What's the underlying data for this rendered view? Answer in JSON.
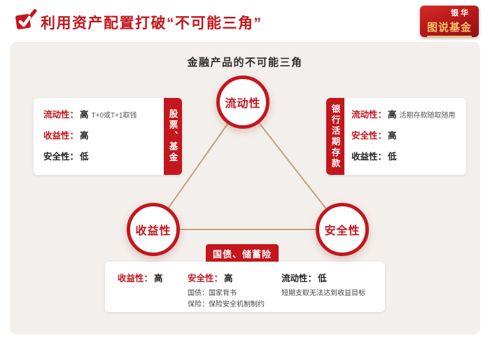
{
  "header": {
    "title": "利用资产配置打破“不可能三角”",
    "logo": {
      "brand": "银华",
      "product": "图说基金"
    }
  },
  "diagram": {
    "title": "金融产品的不可能三角",
    "nodes": {
      "top": "流动性",
      "left": "收益性",
      "right": "安全性"
    },
    "left_card": {
      "tab": "股票、基金",
      "rows": [
        {
          "label": "流动性：",
          "value": "高",
          "note": "T+0或T+1取钱"
        },
        {
          "label": "收益性：",
          "value": "高",
          "note": ""
        },
        {
          "label": "安全性：",
          "value": "低",
          "note": ""
        }
      ]
    },
    "right_card": {
      "tab": "银行活期存款",
      "rows": [
        {
          "label": "流动性：",
          "value": "高",
          "note": "活期存款随取随用"
        },
        {
          "label": "安全性：",
          "value": "高",
          "note": ""
        },
        {
          "label": "收益性：",
          "value": "低",
          "note": ""
        }
      ]
    },
    "bottom_card": {
      "tab": "国债、储蓄险",
      "columns": [
        {
          "label": "收益性：",
          "value": "高",
          "notes": [
            "",
            ""
          ]
        },
        {
          "label": "安全性：",
          "value": "高",
          "notes": [
            "国债：国家背书",
            "保险：保险安全机制制约"
          ]
        },
        {
          "label": "流动性：",
          "value": "低",
          "notes": [
            "短期支取无法达到收益目标",
            ""
          ]
        }
      ]
    }
  },
  "colors": {
    "accent_red": "#c4161d",
    "triangle_line": "#c7a07a",
    "panel_bg": "#f3efec",
    "gold": "#f2c36b"
  }
}
